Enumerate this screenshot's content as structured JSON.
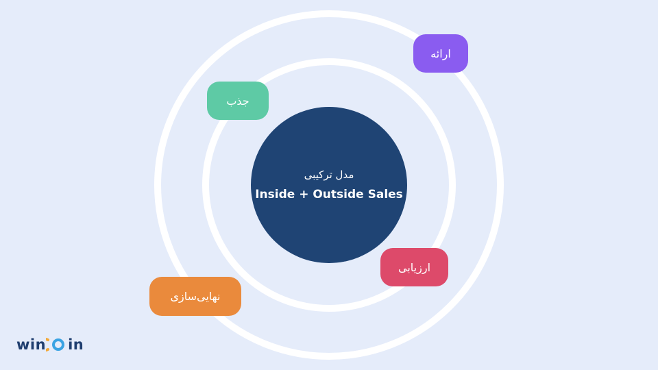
{
  "center": {
    "subtitle": "مدل ترکیبی",
    "title": "Inside + Outside Sales"
  },
  "stages": [
    {
      "label": "ارائه",
      "color": "#8a5cf0"
    },
    {
      "label": "جذب",
      "color": "#5ecaa5"
    },
    {
      "label": "ارزیابی",
      "color": "#dd4a6a"
    },
    {
      "label": "نهایی‌سازی",
      "color": "#ea8a3c"
    }
  ],
  "logo": {
    "text_left": "win",
    "text_right": "in",
    "accent_colors": [
      "#f2a93b",
      "#3aa3e3"
    ]
  }
}
